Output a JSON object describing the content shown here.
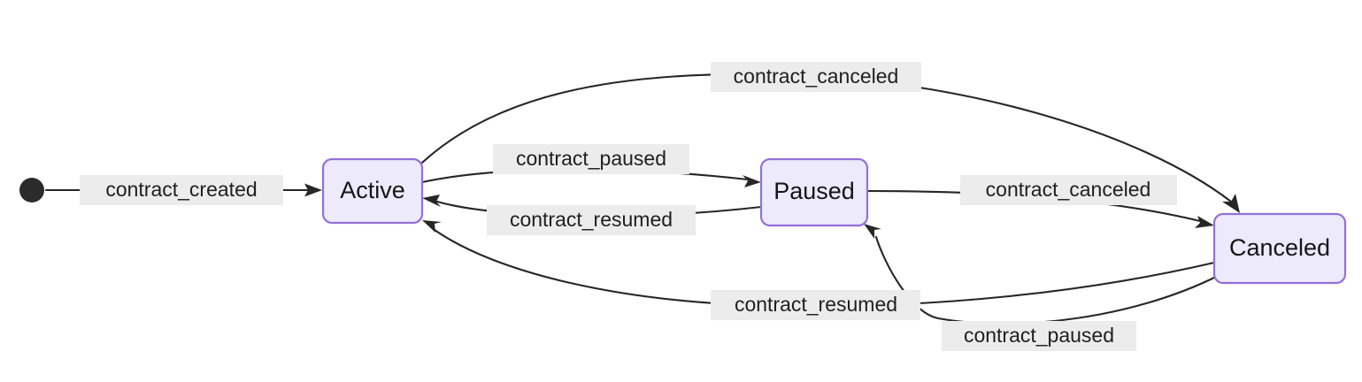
{
  "diagram": {
    "type": "state-diagram",
    "title": "",
    "background_color": "#ffffff",
    "node_fill_color": "#ECEAFB",
    "node_border_color": "#9370DB",
    "edge_color": "#262626",
    "label_background_color": "#ECECEC",
    "label_text_color": "#1F1F1F",
    "start_node_color": "#2B2B2B",
    "states": [
      {
        "id": "start",
        "label": "",
        "kind": "start-point"
      },
      {
        "id": "active",
        "label": "Active",
        "kind": "state"
      },
      {
        "id": "paused",
        "label": "Paused",
        "kind": "state"
      },
      {
        "id": "canceled",
        "label": "Canceled",
        "kind": "state"
      }
    ],
    "transitions": [
      {
        "id": "t1",
        "from": "start",
        "to": "active",
        "label": "contract_created"
      },
      {
        "id": "t2",
        "from": "active",
        "to": "canceled",
        "label": "contract_canceled"
      },
      {
        "id": "t3",
        "from": "active",
        "to": "paused",
        "label": "contract_paused"
      },
      {
        "id": "t4",
        "from": "paused",
        "to": "active",
        "label": "contract_resumed"
      },
      {
        "id": "t5",
        "from": "paused",
        "to": "canceled",
        "label": "contract_canceled"
      },
      {
        "id": "t6",
        "from": "canceled",
        "to": "active",
        "label": "contract_resumed"
      },
      {
        "id": "t7",
        "from": "canceled",
        "to": "paused",
        "label": "contract_paused"
      }
    ]
  }
}
